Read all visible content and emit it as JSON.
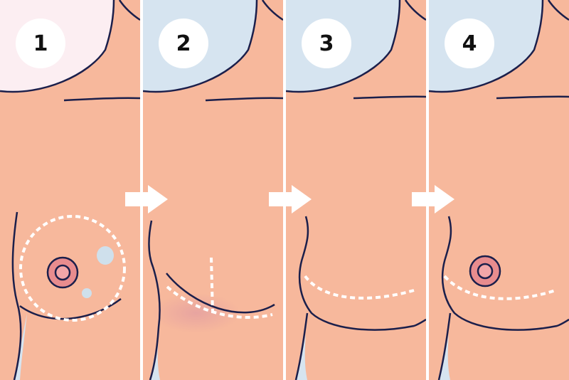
{
  "colors": {
    "skin": "#F7B89C",
    "outline": "#1B1F4B",
    "background_step1": "#FCEEF2",
    "background_steps": "#D6E4F0",
    "areola": "#E88C8E",
    "nipple": "#F2A6A8",
    "lump": "#CFE0EC",
    "incision": "#FFFFFF",
    "bruise": "#E7A3A0",
    "arrow": "#FFFFFF"
  },
  "steps": [
    {
      "number": "1"
    },
    {
      "number": "2"
    },
    {
      "number": "3"
    },
    {
      "number": "4"
    }
  ],
  "icons": {
    "arrow": "right-arrow-icon"
  }
}
